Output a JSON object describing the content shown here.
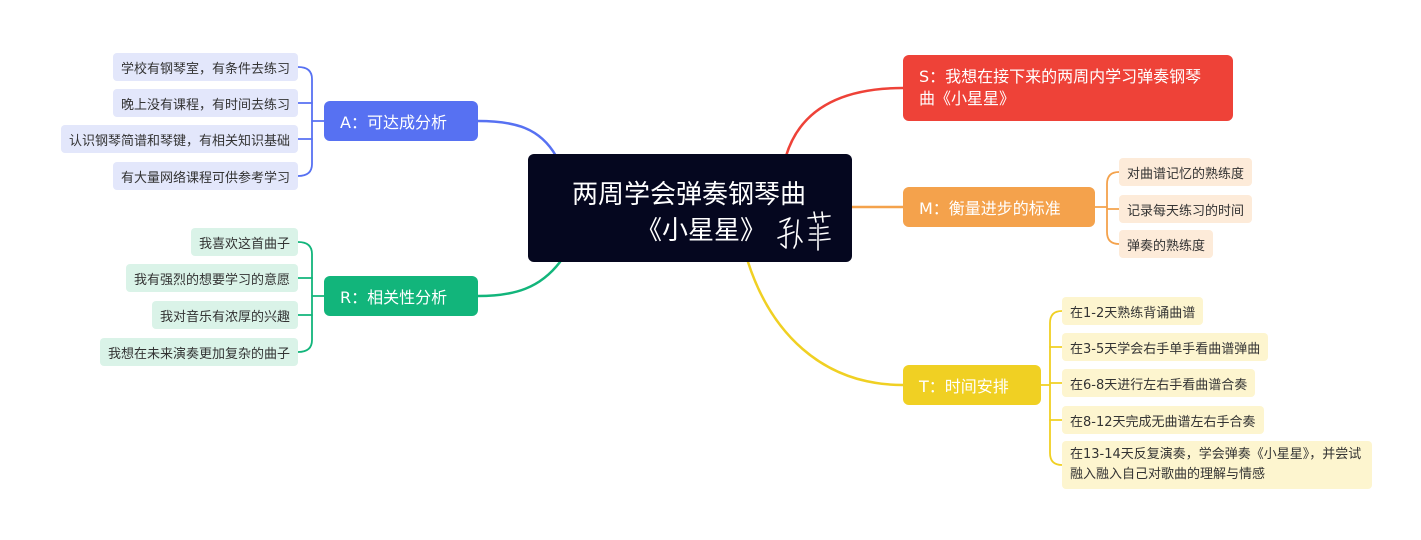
{
  "center": {
    "line1": "两周学会弹奏钢琴曲",
    "line2": "《小星星》",
    "signature_text": "孙菲"
  },
  "branches": {
    "S": {
      "label": "S：我想在接下来的两周内学习弹奏钢琴曲《小星星》",
      "color": "#ee4238"
    },
    "M": {
      "label": "M：衡量进步的标准",
      "color": "#f4a24c",
      "items": [
        "对曲谱记忆的熟练度",
        "记录每天练习的时间",
        "弹奏的熟练度"
      ]
    },
    "T": {
      "label": "T：时间安排",
      "color": "#f0d023",
      "items": [
        "在1-2天熟练背诵曲谱",
        "在3-5天学会右手单手看曲谱弹曲",
        "在6-8天进行左右手看曲谱合奏",
        "在8-12天完成无曲谱左右手合奏",
        "在13-14天反复演奏，学会弹奏《小星星》，并尝试融入融入自己对歌曲的理解与情感"
      ]
    },
    "A": {
      "label": "A：可达成分析",
      "color": "#5771f2",
      "items": [
        "学校有钢琴室，有条件去练习",
        "晚上没有课程，有时间去练习",
        "认识钢琴简谱和琴键，有相关知识基础",
        "有大量网络课程可供参考学习"
      ]
    },
    "R": {
      "label": "R：相关性分析",
      "color": "#12b57b",
      "items": [
        "我喜欢这首曲子",
        "我有强烈的想要学习的意愿",
        "我对音乐有浓厚的兴趣",
        "我想在未来演奏更加复杂的曲子"
      ]
    }
  }
}
